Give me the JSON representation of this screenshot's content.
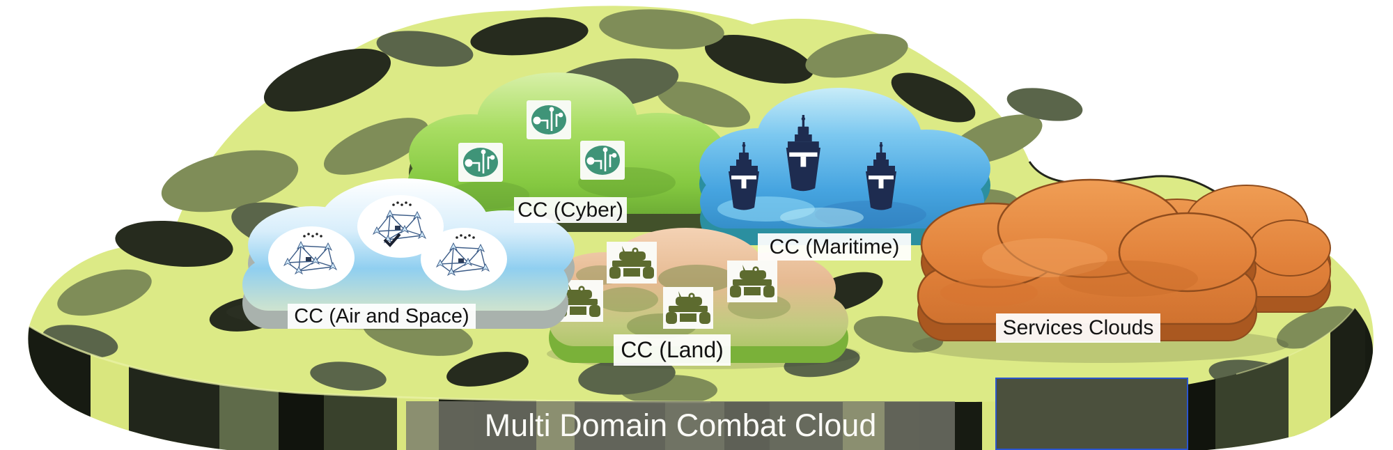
{
  "diagram": {
    "title": "Multi Domain Combat Cloud",
    "description": "Camouflage cloud platform hosting domain combat clouds",
    "clouds": [
      {
        "id": "cc-cyber",
        "label": "CC (Cyber)",
        "icon": "circuit-chip-icon",
        "icon_count": 3,
        "color": "#84c840"
      },
      {
        "id": "cc-maritime",
        "label": "CC (Maritime)",
        "icon": "warship-icon",
        "icon_count": 3,
        "color": "#46a4e0"
      },
      {
        "id": "cc-land",
        "label": "CC (Land)",
        "icon": "tank-icon",
        "icon_count": 4,
        "color": "#e6ba92"
      },
      {
        "id": "cc-air-space",
        "label": "CC (Air and Space)",
        "icon": "aircraft-network-icon",
        "icon_count": 3,
        "color": "#90cff0"
      },
      {
        "id": "services",
        "label": "Services Clouds",
        "icon": "none",
        "icon_count": 0,
        "color": "#e1813a"
      }
    ],
    "palette": {
      "camo_light": "#dcea86",
      "camo_mid": "#7f8d58",
      "camo_gray": "#5a654a",
      "camo_dark": "#262b1e",
      "side_black": "#171b12",
      "maritime_depth": "#2b8fa0",
      "cyber_depth": "#42512a",
      "land_depth": "#7ab139",
      "air_depth": "#a9b2ad",
      "services_depth": "#aa5820",
      "selection_border": "#2b55cf",
      "selection_fill": "#4b503d",
      "title_bar_bg": "rgba(116,118,108,0.78)",
      "title_text": "#fbfbf7",
      "label_bg": "#ffffff",
      "label_text": "#121212"
    }
  }
}
